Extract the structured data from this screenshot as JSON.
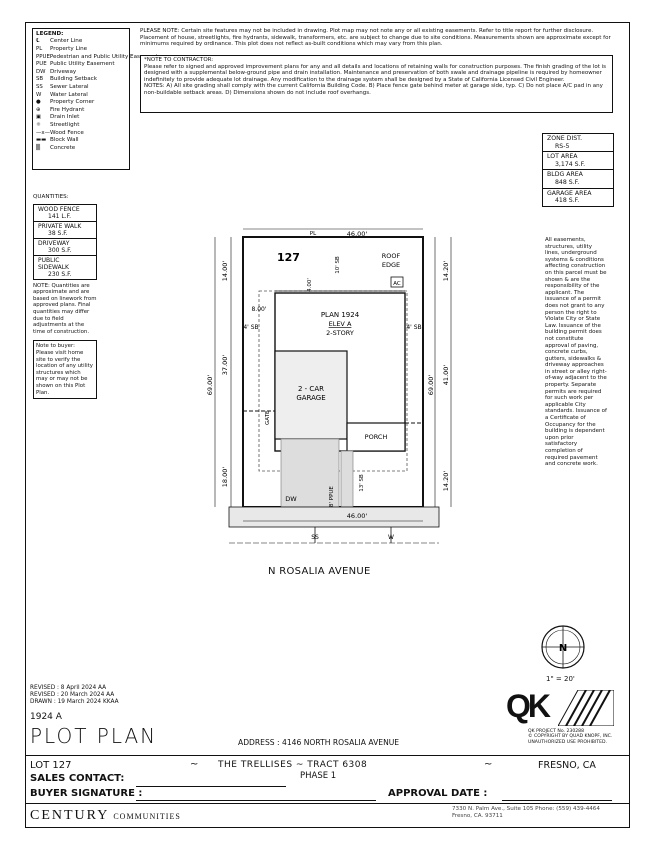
{
  "legend": {
    "title": "LEGEND:",
    "items": [
      {
        "sym": "℄",
        "label": "Center Line"
      },
      {
        "sym": "PL",
        "label": "Property Line"
      },
      {
        "sym": "PPUE",
        "label": "Pedestrian and Public Utility Easement"
      },
      {
        "sym": "PUE",
        "label": "Public Utility Easement"
      },
      {
        "sym": "DW",
        "label": "Driveway"
      },
      {
        "sym": "SB",
        "label": "Building Setback"
      },
      {
        "sym": "SS",
        "label": "Sewer Lateral"
      },
      {
        "sym": "W",
        "label": "Water Lateral"
      },
      {
        "sym": "●",
        "label": "Property Corner"
      },
      {
        "sym": "⊕",
        "label": "Fire Hydrant"
      },
      {
        "sym": "▣",
        "label": "Drain Inlet"
      },
      {
        "sym": "☼",
        "label": "Streetlight"
      },
      {
        "sym": "—x—",
        "label": "Wood Fence"
      },
      {
        "sym": "▬▬",
        "label": "Block Wall"
      },
      {
        "sym": "▒",
        "label": "Concrete"
      }
    ]
  },
  "quantities": {
    "title": "QUANTITIES:",
    "items": [
      {
        "label": "WOOD FENCE",
        "value": "141 L.F."
      },
      {
        "label": "PRIVATE WALK",
        "value": "38 S.F."
      },
      {
        "label": "DRIVEWAY",
        "value": "300 S.F."
      },
      {
        "label": "PUBLIC SIDEWALK",
        "value": "230 S.F."
      }
    ],
    "note": "NOTE: Quantities are approximate and are based on linework from approved plans. Final quantities may differ due to field adjustments at the time of construction.",
    "buyer_note": "Note to buyer: Please visit home site to verify the location of any utility structures which may or may not be shown on this Plot Plan."
  },
  "top_notes": {
    "please_note": "PLEASE NOTE: Certain site features may not be included in drawing. Plot map may not note any or all existing easements. Refer to title report for further disclosure. Placement of house, streetlights, fire hydrants, sidewalk, transformers, etc. are subject to change due to site conditions. Measurements shown are approximate except for minimums required by ordinance. This plot does not reflect as-built conditions which may vary from this plan.",
    "contractor_title": "*NOTE TO CONTRACTOR:",
    "contractor_body": "Please refer to signed and approved improvement plans for any and all details and locations of retaining walls for construction purposes. The finish grading of the lot is designed with a supplemental below-ground pipe and drain installation. Maintenance and preservation of both swale and drainage pipeline is required by homeowner indefinitely to provide adequate lot drainage. Any modification to the drainage system shall be designed by a State of California Licensed Civil Engineer.",
    "notes": "NOTES: A) All site grading shall comply with the current California Building Code. B) Place fence gate behind meter at garage side, typ. C) Do not place A/C pad in any non-buildable setback areas. D) Dimensions shown do not include roof overhangs."
  },
  "zone_table": [
    {
      "label": "ZONE DIST.",
      "value": "RS-5"
    },
    {
      "label": "LOT AREA",
      "value": "3,174 S.F."
    },
    {
      "label": "BLDG AREA",
      "value": "848 S.F."
    },
    {
      "label": "GARAGE AREA",
      "value": "418 S.F."
    }
  ],
  "right_notes": "All easements, structures, utility lines, underground systems & conditions affecting construction on this parcel must be shown & are the responsibility of the applicant. The issuance of a permit does not grant to any person the right to Violate City or State Law. Issuance of the building permit does not constitute approval of paving, concrete curbs, gutters, sidewalks & driveway approaches in street or alley right-of-way adjacent to the property. Separate permits are required for such work per applicable City standards. Issuance of a Certificate of Occupancy for the building is dependent upon prior satisfactory completion of required pavement and concrete work.",
  "plan": {
    "lot_number": "127",
    "plan_name": "PLAN 1924",
    "elev": "ELEV A",
    "story": "2-STORY",
    "garage": "2 - CAR",
    "garage2": "GARAGE",
    "porch": "PORCH",
    "gate": "GATE",
    "roof_edge_1": "ROOF",
    "roof_edge_2": "EDGE",
    "ac": "AC",
    "dw": "DW",
    "ppue": "8' PPUE",
    "ss": "SS",
    "w": "W",
    "pl": "PL",
    "dims": {
      "top": "46.00'",
      "bottom": "46.00'",
      "left_total": "69.00'",
      "right_total": "69.00'",
      "left_top": "14.00'",
      "left_mid": "37.00'",
      "left_bot": "18.00'",
      "right_top": "14.20'",
      "right_mid": "41.00'",
      "right_bot": "14.20'",
      "rear_sb": "10' SB",
      "front_sb": "13' SB",
      "side_sb_left": "4' SB",
      "side_sb_right": "4' SB",
      "left_offset": "8.00'",
      "rear_4": "4.00'"
    },
    "street": "N ROSALIA AVENUE",
    "scale": "1\" = 20'",
    "north": "N"
  },
  "revisions": [
    "REVISED : 8 April 2024  AA",
    "REVISED : 20 March 2024  AA",
    "DRAWN : 19 March 2024  KKAA"
  ],
  "logo": {
    "text": "QK",
    "project": "QK PROJECT No. 230288",
    "copyright": "© COPYRIGHT BY QUAD KNOPF, INC.",
    "unauth": "UNAUTHORIZED USE PROHIBITED."
  },
  "title_block": {
    "plan_code": "1924  A",
    "title": "PLOT PLAN",
    "address": "ADDRESS :  4146 NORTH ROSALIA AVENUE",
    "lot": "LOT 127",
    "tract": "THE TRELLISES ~ TRACT 6308",
    "phase": "PHASE 1",
    "city": "FRESNO, CA",
    "sales_contact": "SALES CONTACT:",
    "buyer_signature": "BUYER SIGNATURE :",
    "approval_date": "APPROVAL DATE :",
    "company": "CENTURY",
    "company2": "COMMUNITIES",
    "addr1": "7330 N. Palm Ave., Suite 105   Phone: (559) 439-4464",
    "addr2": "Fresno, CA. 93711"
  }
}
